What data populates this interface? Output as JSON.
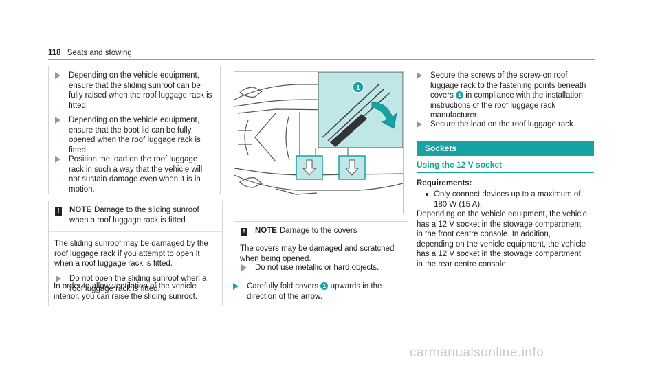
{
  "header": {
    "page_number": "118",
    "section": "Seats and stowing"
  },
  "col1": {
    "steps": [
      "Depending on the vehicle equipment, ensure that the sliding sunroof can be fully raised when the roof luggage rack is fitted.",
      "Depending on the vehicle equipment, ensure that the boot lid can be fully opened when the roof luggage rack is fitted.",
      "Position the load on the roof luggage rack in such a way that the vehicle will not sustain damage even when it is in motion."
    ],
    "note": {
      "label": "NOTE",
      "title": "Damage to the sliding sunroof when a roof luggage rack is fitted",
      "body": "The sliding sunroof may be damaged by the roof luggage rack if you attempt to open it when a roof luggage rack is fitted.",
      "step": "Do not open the sliding sunroof when a roof luggage rack is fitted.",
      "after": "In order to allow ventilation of the vehicle interior, you can raise the sliding sunroof."
    }
  },
  "col2": {
    "figure": {
      "callout": "1"
    },
    "note": {
      "label": "NOTE",
      "title": "Damage to the covers",
      "body": "The covers may be damaged and scratched when being opened.",
      "step": "Do not use metallic or hard objects."
    },
    "step_before": "Carefully fold covers",
    "step_badge": "1",
    "step_after": "upwards in the direction of the arrow."
  },
  "col3": {
    "step1_before": "Secure the screws of the screw-on roof luggage rack to the fastening points beneath covers",
    "step1_badge": "1",
    "step1_after": "in compliance with the installation instructions of the roof luggage rack manufacturer.",
    "step2": "Secure the load on the roof luggage rack.",
    "section_title": "Sockets",
    "subhead": "Using the 12 V socket",
    "req_title": "Requirements:",
    "req_item": "Only connect devices up to a maximum of 180 W (15 A).",
    "paragraph": "Depending on the vehicle equipment, the vehicle has a 12 V socket in the stowage compartment in the front centre console. In addition, depending on the vehicle equipment, the vehicle has a 12 V socket in the stowage compartment in the rear centre console."
  },
  "watermark": "carmanualsonline.info",
  "colors": {
    "accent": "#17a3a3",
    "figure_highlight": "#bfe7e7"
  }
}
